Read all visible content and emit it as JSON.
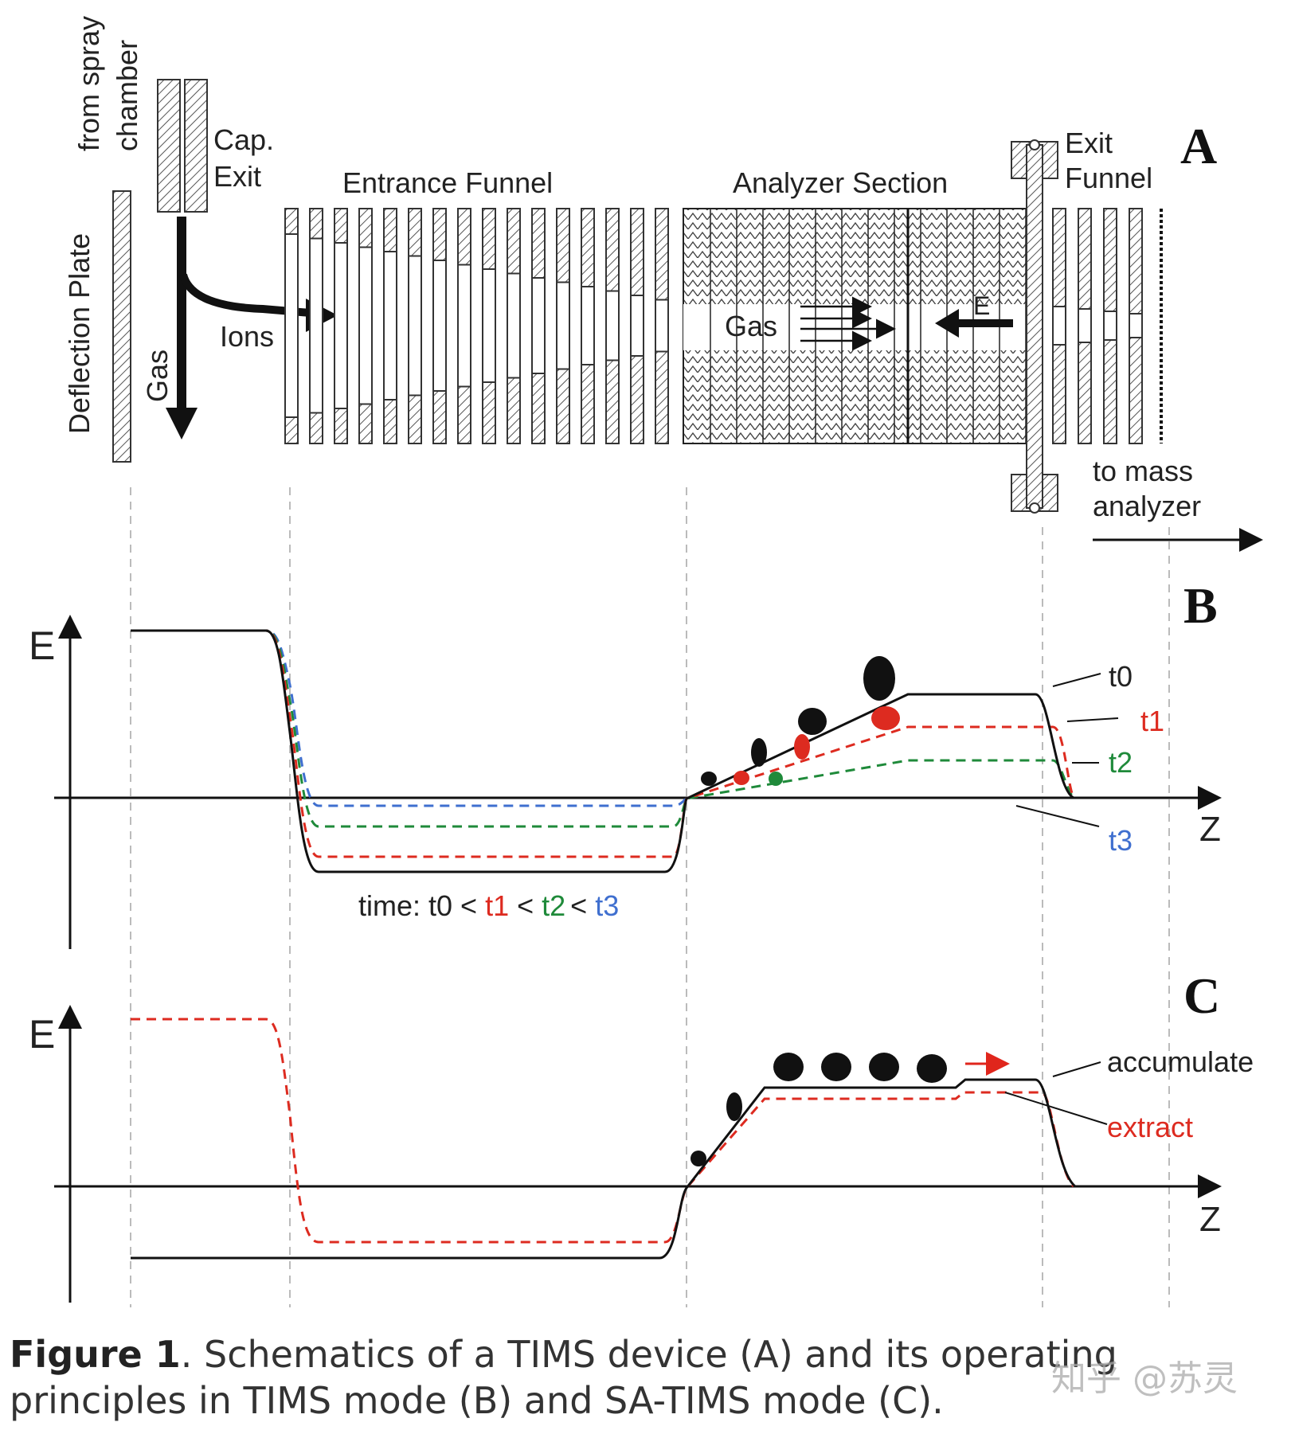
{
  "panelA": {
    "panel_letter": "A",
    "from_spray_line1": "from spray",
    "from_spray_line2": "chamber",
    "cap_exit_line1": "Cap.",
    "cap_exit_line2": "Exit",
    "deflection_plate": "Deflection Plate",
    "gas_down": "Gas",
    "ions": "Ions",
    "entrance_funnel": "Entrance Funnel",
    "analyzer_section": "Analyzer Section",
    "exit_funnel_line1": "Exit",
    "exit_funnel_line2": "Funnel",
    "gas_flow": "Gas",
    "field": "E",
    "to_mass_line1": "to mass",
    "to_mass_line2": "analyzer"
  },
  "panelB": {
    "panel_letter": "B",
    "y_axis": "E",
    "x_axis": "Z",
    "series": [
      {
        "name": "t0",
        "color": "#111111"
      },
      {
        "name": "t1",
        "color": "#dd2b20"
      },
      {
        "name": "t2",
        "color": "#1f8a3a"
      },
      {
        "name": "t3",
        "color": "#3f6fcf"
      }
    ],
    "time_prefix": "time: t0 <",
    "time_t1": "t1",
    "time_sep1": "<",
    "time_t2": "t2",
    "time_sep2": "<",
    "time_t3": "t3"
  },
  "panelC": {
    "panel_letter": "C",
    "y_axis": "E",
    "x_axis": "Z",
    "accumulate": "accumulate",
    "extract": "extract",
    "accumulate_color": "#111111",
    "extract_color": "#dd2b20"
  },
  "caption": {
    "figure_label": "Figure 1",
    "text": ". Schematics of a TIMS device (A) and its operating principles in TIMS mode (B) and SA-TIMS mode (C)."
  },
  "watermark": "知乎 @苏灵"
}
